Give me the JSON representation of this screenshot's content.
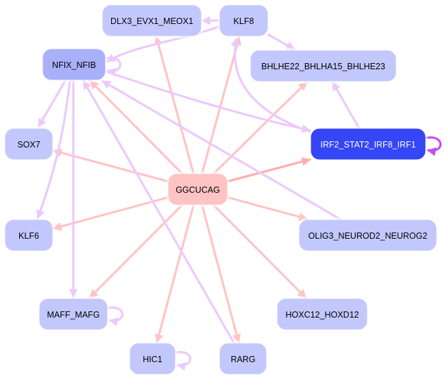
{
  "diagram": {
    "type": "network",
    "colors": {
      "node_default": "#c3c8fc",
      "node_hub": "#a9b0fa",
      "node_highlight": "#3446f5",
      "node_source": "#fec3c3",
      "edge_pink": "#ffc4c4",
      "edge_pink_strong": "#ffadad",
      "edge_purple": "#ecc9fc",
      "edge_purple_strong": "#c64cf0",
      "text_dark": "#000000",
      "text_light": "#ffffff"
    },
    "nodes": [
      {
        "id": "GGCUCAG",
        "label": "GGCUCAG",
        "style": "source"
      },
      {
        "id": "DLX3_EVX1_MEOX1",
        "label": "DLX3_EVX1_MEOX1",
        "style": "default"
      },
      {
        "id": "KLF8",
        "label": "KLF8",
        "style": "default"
      },
      {
        "id": "NFIX_NFIB",
        "label": "NFIX_NFIB",
        "style": "hub"
      },
      {
        "id": "BHLHE22_BHLHA15_BHLHE23",
        "label": "BHLHE22_BHLHA15_BHLHE23",
        "style": "default"
      },
      {
        "id": "SOX7",
        "label": "SOX7",
        "style": "default"
      },
      {
        "id": "IRF2_STAT2_IRF8_IRF1",
        "label": "IRF2_STAT2_IRF8_IRF1",
        "style": "highlight"
      },
      {
        "id": "KLF6",
        "label": "KLF6",
        "style": "default"
      },
      {
        "id": "OLIG3_NEUROD2_NEUROG2",
        "label": "OLIG3_NEUROD2_NEUROG2",
        "style": "default"
      },
      {
        "id": "MAFF_MAFG",
        "label": "MAFF_MAFG",
        "style": "default"
      },
      {
        "id": "HOXC12_HOXD12",
        "label": "HOXC12_HOXD12",
        "style": "default"
      },
      {
        "id": "HIC1",
        "label": "HIC1",
        "style": "default"
      },
      {
        "id": "RARG",
        "label": "RARG",
        "style": "default"
      }
    ],
    "edges": [
      {
        "from": "GGCUCAG",
        "to": "DLX3_EVX1_MEOX1",
        "color": "pink"
      },
      {
        "from": "GGCUCAG",
        "to": "KLF8",
        "color": "pink"
      },
      {
        "from": "GGCUCAG",
        "to": "NFIX_NFIB",
        "color": "pink"
      },
      {
        "from": "GGCUCAG",
        "to": "BHLHE22_BHLHA15_BHLHE23",
        "color": "pink"
      },
      {
        "from": "GGCUCAG",
        "to": "SOX7",
        "color": "pink"
      },
      {
        "from": "GGCUCAG",
        "to": "IRF2_STAT2_IRF8_IRF1",
        "color": "pink_strong"
      },
      {
        "from": "GGCUCAG",
        "to": "KLF6",
        "color": "pink"
      },
      {
        "from": "GGCUCAG",
        "to": "OLIG3_NEUROD2_NEUROG2",
        "color": "pink"
      },
      {
        "from": "GGCUCAG",
        "to": "MAFF_MAFG",
        "color": "pink"
      },
      {
        "from": "GGCUCAG",
        "to": "HOXC12_HOXD12",
        "color": "pink"
      },
      {
        "from": "GGCUCAG",
        "to": "HIC1",
        "color": "pink"
      },
      {
        "from": "GGCUCAG",
        "to": "RARG",
        "color": "pink"
      },
      {
        "from": "KLF8",
        "to": "DLX3_EVX1_MEOX1",
        "color": "purple"
      },
      {
        "from": "KLF8",
        "to": "NFIX_NFIB",
        "color": "purple"
      },
      {
        "from": "KLF8",
        "to": "BHLHE22_BHLHA15_BHLHE23",
        "color": "purple"
      },
      {
        "from": "IRF2_STAT2_IRF8_IRF1",
        "to": "KLF8",
        "color": "purple"
      },
      {
        "from": "IRF2_STAT2_IRF8_IRF1",
        "to": "BHLHE22_BHLHA15_BHLHE23",
        "color": "purple"
      },
      {
        "from": "IRF2_STAT2_IRF8_IRF1",
        "to": "IRF2_STAT2_IRF8_IRF1",
        "color": "purple_strong"
      },
      {
        "from": "NFIX_NFIB",
        "to": "NFIX_NFIB",
        "color": "purple"
      },
      {
        "from": "NFIX_NFIB",
        "to": "IRF2_STAT2_IRF8_IRF1",
        "color": "purple"
      },
      {
        "from": "NFIX_NFIB",
        "to": "SOX7",
        "color": "purple"
      },
      {
        "from": "NFIX_NFIB",
        "to": "KLF6",
        "color": "purple"
      },
      {
        "from": "NFIX_NFIB",
        "to": "MAFF_MAFG",
        "color": "purple"
      },
      {
        "from": "OLIG3_NEUROD2_NEUROG2",
        "to": "NFIX_NFIB",
        "color": "purple"
      },
      {
        "from": "RARG",
        "to": "NFIX_NFIB",
        "color": "purple"
      },
      {
        "from": "MAFF_MAFG",
        "to": "MAFF_MAFG",
        "color": "purple"
      },
      {
        "from": "HIC1",
        "to": "HIC1",
        "color": "purple"
      }
    ]
  }
}
